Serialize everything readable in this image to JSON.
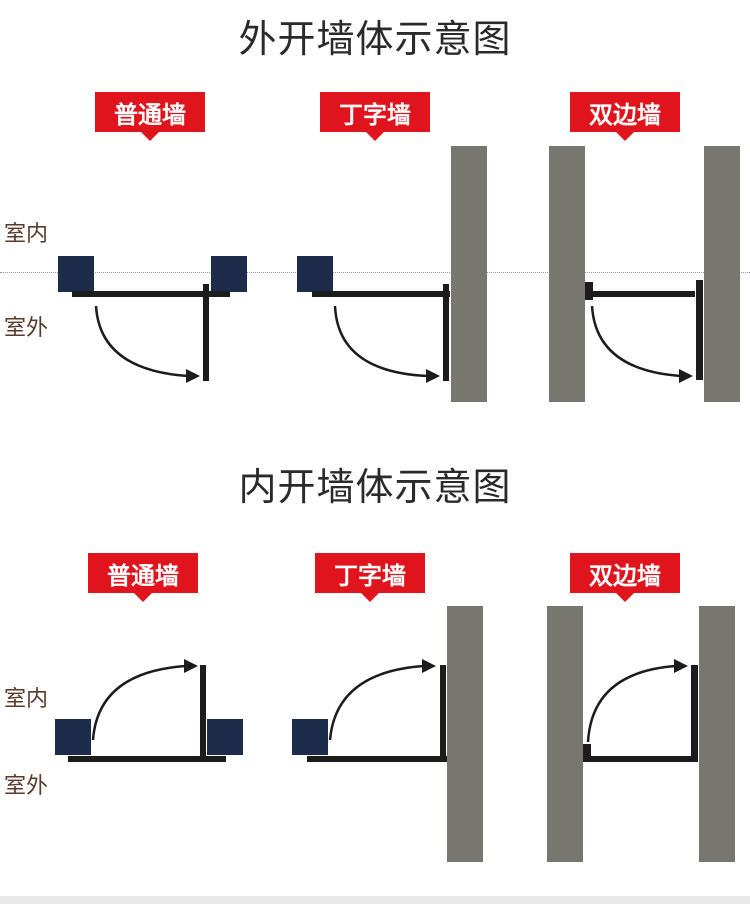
{
  "outward": {
    "title": "外开墙体示意图",
    "labels": {
      "indoor": "室内",
      "outdoor": "室外"
    },
    "types": [
      "普通墙",
      "丁字墙",
      "双边墙"
    ]
  },
  "inward": {
    "title": "内开墙体示意图",
    "labels": {
      "indoor": "室内",
      "outdoor": "室外"
    },
    "types": [
      "普通墙",
      "丁字墙",
      "双边墙"
    ]
  },
  "colors": {
    "badge": "#e0141d",
    "wall": "#777770",
    "post": "#1d2c4a",
    "frame": "#1c1c1c"
  }
}
